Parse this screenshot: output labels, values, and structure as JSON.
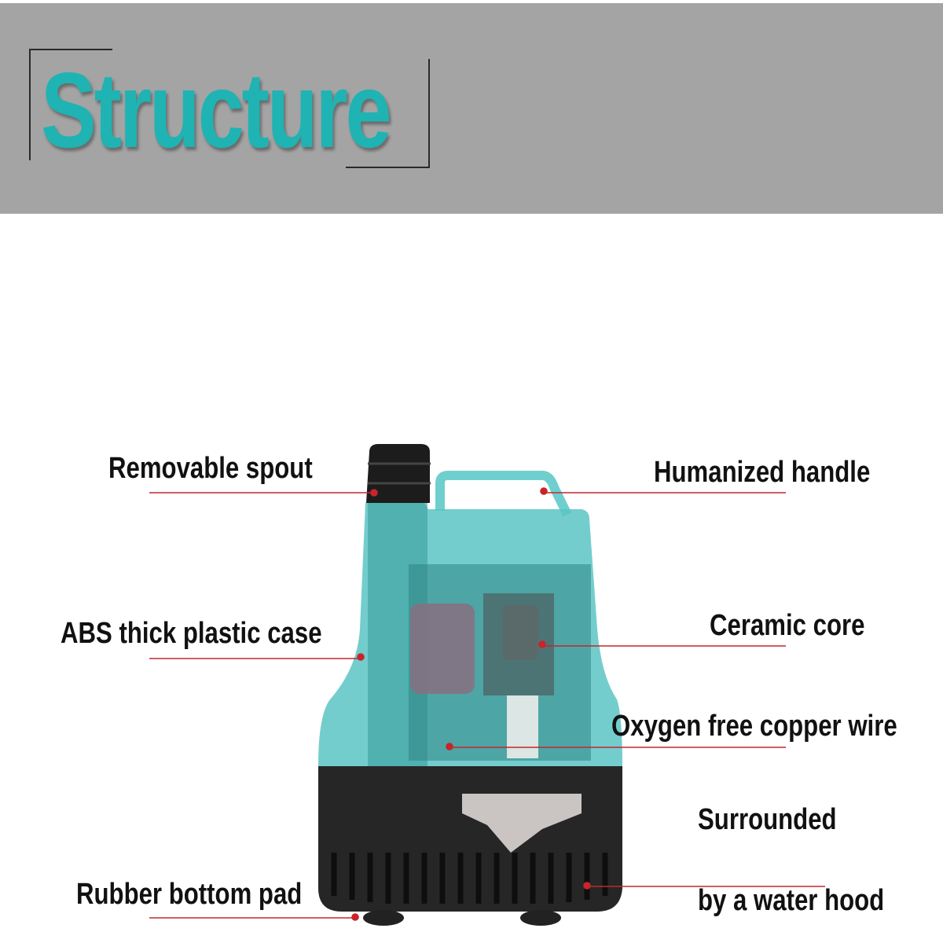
{
  "header": {
    "title": "Structure"
  },
  "labels": {
    "spout": "Removable spout",
    "handle": "Humanized handle",
    "case": "ABS thick plastic case",
    "core": "Ceramic core",
    "wire": "Oxygen free copper wire",
    "hood_line1": "Surrounded",
    "hood_line2": "by a water hood",
    "pad": "Rubber bottom pad"
  },
  "colors": {
    "accent": "#1fb3b3",
    "leader": "#c0282d",
    "header_bg": "#a4a4a4"
  }
}
